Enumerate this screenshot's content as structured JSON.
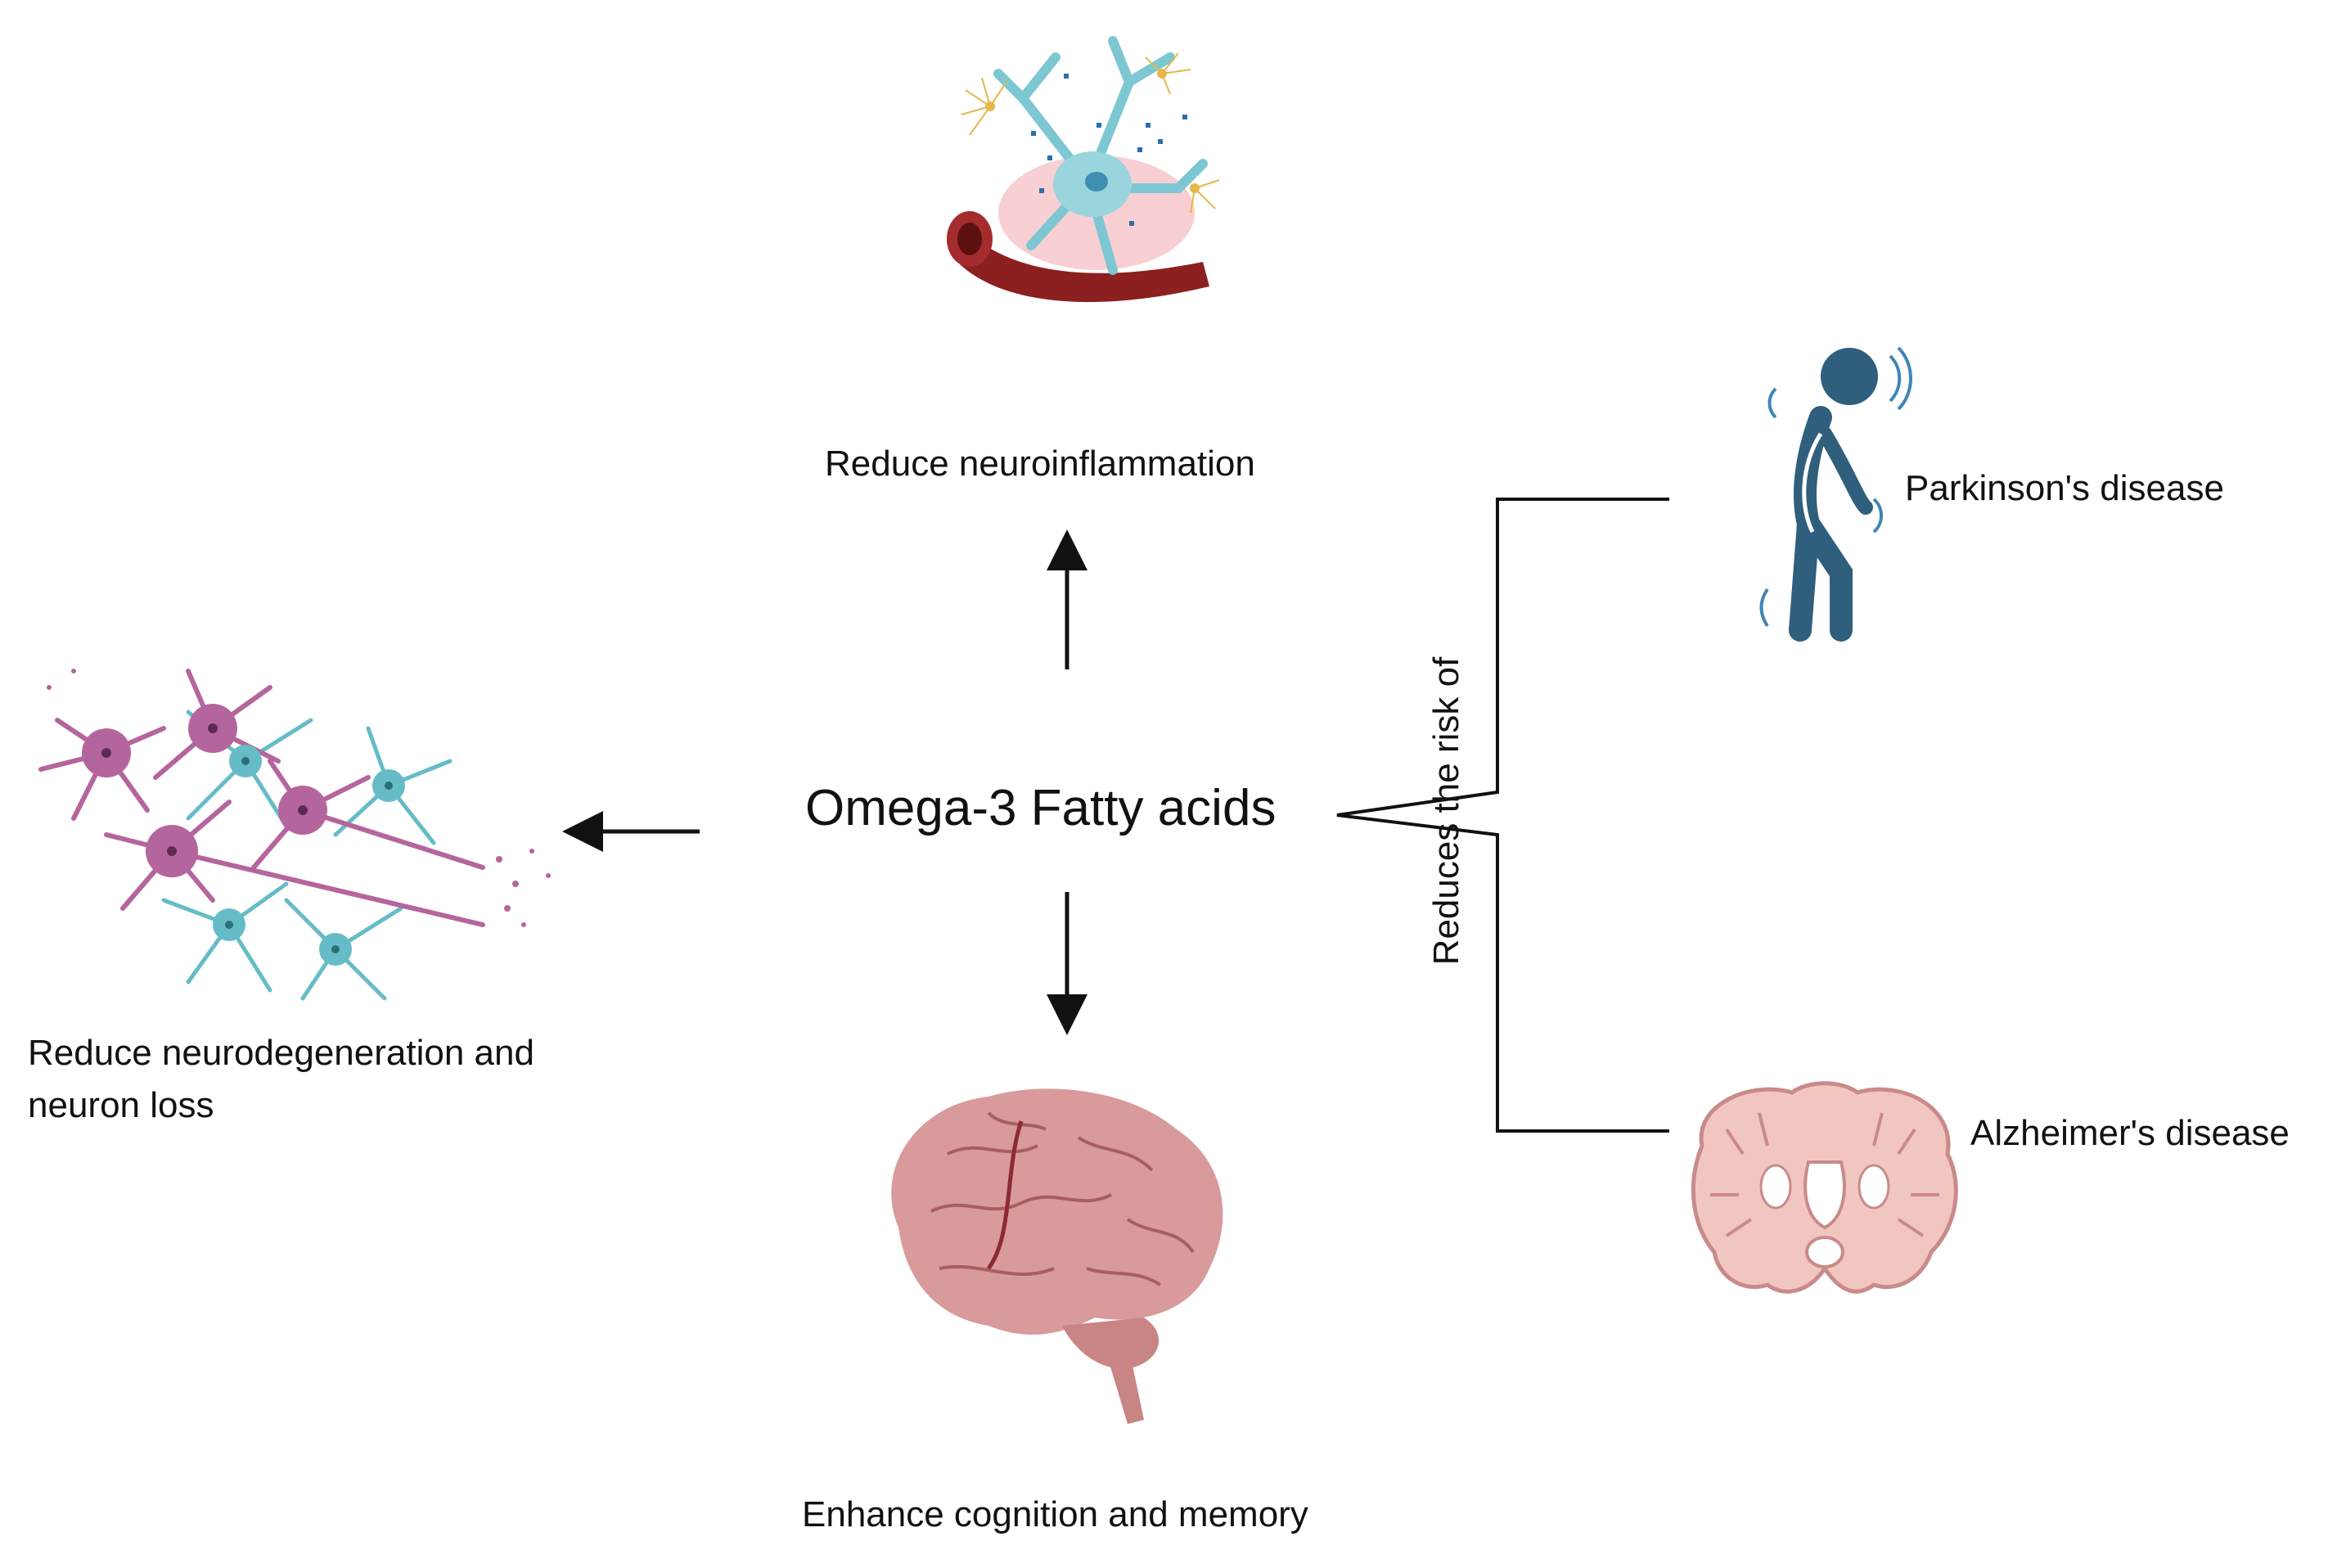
{
  "center": {
    "text": "Omega-3 Fatty acids"
  },
  "effects": {
    "top": "Reduce neuroinflammation",
    "left_line1": "Reduce neurodegeneration and",
    "left_line2": "neuron loss",
    "bottom": "Enhance cognition and memory"
  },
  "risk": {
    "label": "Reduces the risk of",
    "diseases": [
      "Parkinson's disease",
      "Alzheimer's disease"
    ]
  },
  "icons": {
    "top": "neuroinflammation-icon",
    "left": "neuron-network-icon",
    "bottom": "brain-icon",
    "parkinson": "parkinson-person-icon",
    "alzheimer": "brain-section-icon"
  },
  "colors": {
    "neuron_magenta": "#b5659d",
    "neuron_teal": "#66bcc6",
    "vessel_red": "#8c1f1f",
    "brain_pink": "#d89a9a",
    "person_blue": "#2f5f7c",
    "section_pink": "#f2c6c0"
  }
}
